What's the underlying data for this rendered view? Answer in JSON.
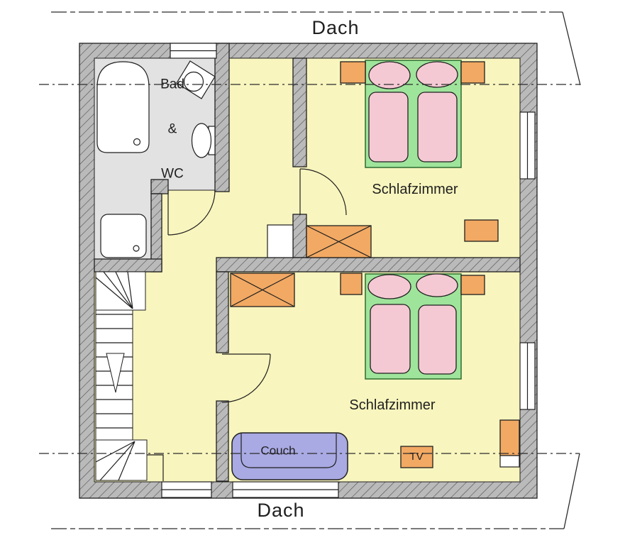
{
  "plan": {
    "roof_label_top": "Dach",
    "roof_label_bottom": "Dach",
    "rooms": {
      "bathroom": {
        "line1": "Bad",
        "line2": "&",
        "line3": "WC"
      },
      "bedroom_top": {
        "label": "Schlafzimmer"
      },
      "bedroom_bottom": {
        "label": "Schlafzimmer"
      }
    },
    "furniture": {
      "couch_label": "Couch",
      "tv_label": "TV"
    }
  },
  "colors": {
    "floor": "#f8f5be",
    "bath_floor": "#e2e2e2",
    "wall": "#bababa",
    "wall_hatch": "#4f4f4f",
    "bed_frame": "#9fe49b",
    "bed_border": "#2e6b2e",
    "bedding": "#f5c9d4",
    "wood": "#f2a963",
    "couch": "#a9a9e3",
    "line": "#1f1f1f"
  }
}
